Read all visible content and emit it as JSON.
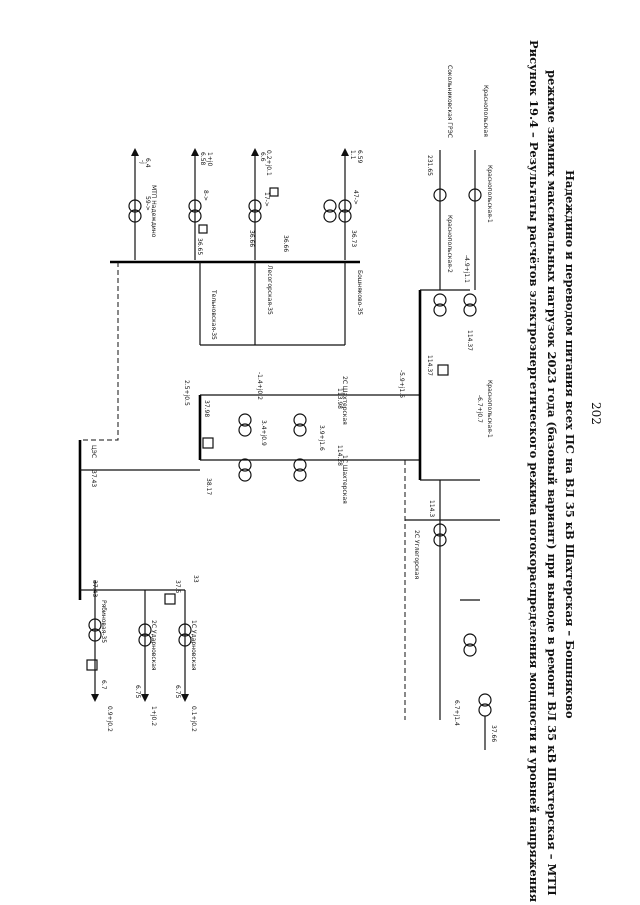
{
  "caption": {
    "line1": "Рисунок 19.4 – Результаты расчётов электроэнергетического режима потокораспределения мощности и уровней напряжения в",
    "line2": "режиме зимних максимальных нагрузок 2023 года (базовый вариант) при выводе в ремонт ВЛ 35 кВ Шахтерская – МТП",
    "line3": "Надеждино и переводом питания всех ПС на ВЛ 35 кВ Шахтерская – Бошняково"
  },
  "page_number": "202",
  "substations": {
    "mtp": "МТП Надеждино",
    "telnovskaya": "Тельновская-35",
    "lesogorskaya": "Лесогорская-35",
    "boshnyakovo": "Бошняково-35",
    "shakhterskaya_2s": "2С Шахтерская",
    "shakhterskaya_1s": "1С Шахтерская",
    "tsek": "ЦЭС",
    "ryabinovaya": "Рябиновая-35",
    "udarnovskaya_2s": "2С Ударновская",
    "udarnovskaya_1s": "1С Ударновская",
    "uglegorskaya": "2С Углегорская",
    "krasnopolskaya_1": "Краснопольская-1",
    "krasnopolskaya_2": "Краснопольская-2",
    "sokolnikovskaya": "Сокольниковская ГРЭС",
    "kraspogorskaya": "Краснопольская"
  },
  "flows": {
    "mtp_load": "-j",
    "mtp_v": "6.4",
    "tel_load": "1+j0",
    "tel_v": "6.58",
    "les_load": "0.2+j0.1",
    "les_v": "6.6",
    "bosh_load": "1.1",
    "bosh_v": "6.59",
    "t_mtp": "59->",
    "t_tel": "8->",
    "t_les": "17->",
    "t_bosh": "47->",
    "bus_tel": "36.65",
    "bus_les": "36.66",
    "bus_les2": "36.66",
    "bus_bosh": "36.73",
    "tsek_v": "37.43",
    "shakh_v": "37.98",
    "shakh2_v": "38.17",
    "shakh_v2": "113.98",
    "shakh_v3": "114.28",
    "shakh_pq1": "2.5+j0.5",
    "shakh_pq2": "-1.4+j0.2",
    "shakh_pq3": "3.4+j0.9",
    "shakh_pq4": "3.9+j1.6",
    "kr_v": "114.37",
    "kr_pq1": "-5.9+j1.6",
    "kr_pq2": "-6.7+j0.7",
    "kr_pq3": "-4.9+j1.1",
    "uglegorsk_v": "114.3",
    "ud_v1": "6.75",
    "ud_v2": "6.75",
    "ud_load1": "1+j0.2",
    "ud_load2": "0.1+j0.2",
    "ryab_load": "0.9+j0.2",
    "ryab_v": "6.7",
    "ryab_bus": "37.43",
    "ud_bus": "37.5",
    "t_ud": "33",
    "left_v": "37.66",
    "left_pq": "6.7+j1.4",
    "gres_v": "231.65"
  }
}
